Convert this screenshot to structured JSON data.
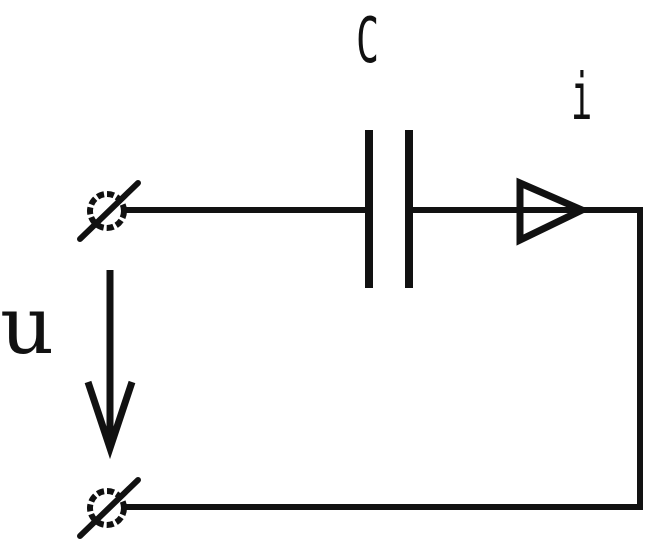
{
  "diagram": {
    "capacitor_label": "C",
    "current_label": "i",
    "voltage_label": "u"
  },
  "colors": {
    "ink": "#111111",
    "background": "#ffffff"
  }
}
